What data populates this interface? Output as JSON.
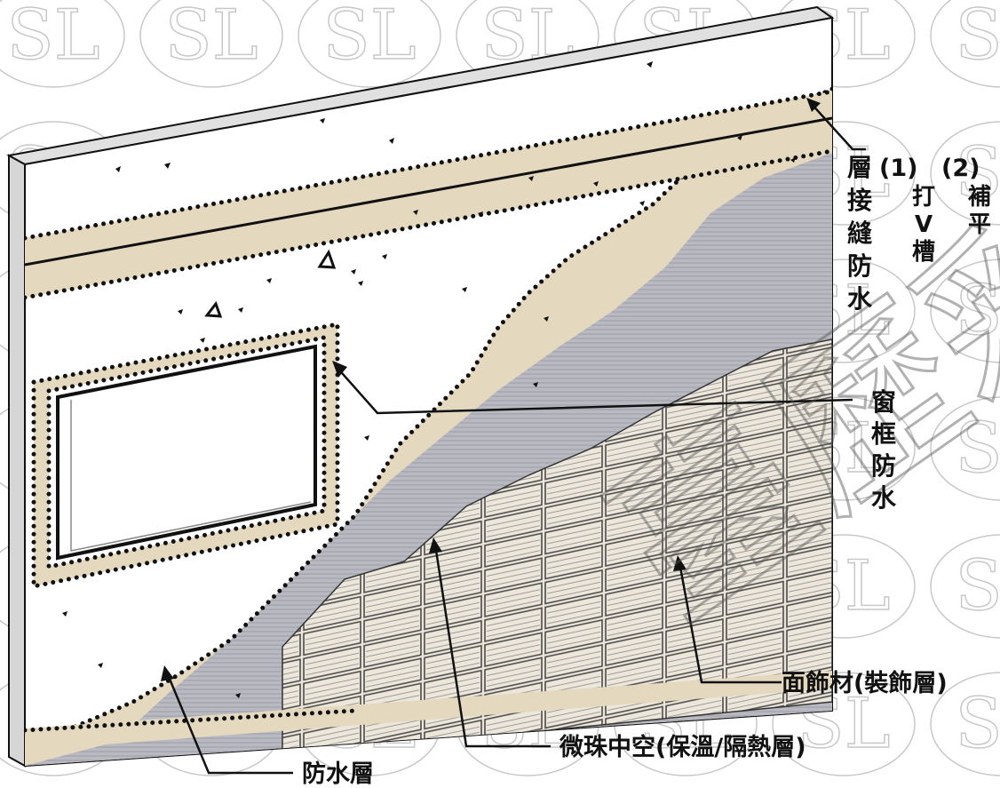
{
  "labels": {
    "layer_joint": [
      "層",
      "接",
      "縫",
      "防",
      "水"
    ],
    "step1_head": "(1)",
    "step1_text": [
      "打",
      "V",
      "槽"
    ],
    "step2_head": "(2)",
    "step2_text": [
      "補",
      "平"
    ],
    "window_frame": [
      "窗",
      "框",
      "防",
      "水"
    ],
    "finish_layer": "面飾材(裝飾層)",
    "insulation_layer": "微珠中空(保溫/隔熱層)",
    "waterproof_layer": "防水層"
  },
  "watermark": {
    "logo_text": "SL"
  },
  "colors": {
    "wall": "#ffffff",
    "waterproof": "#e4d8bf",
    "insulation": "#b9b9c2",
    "tile": "#ece7da",
    "outline": "#111111",
    "watermark": "#c8c8c8"
  }
}
